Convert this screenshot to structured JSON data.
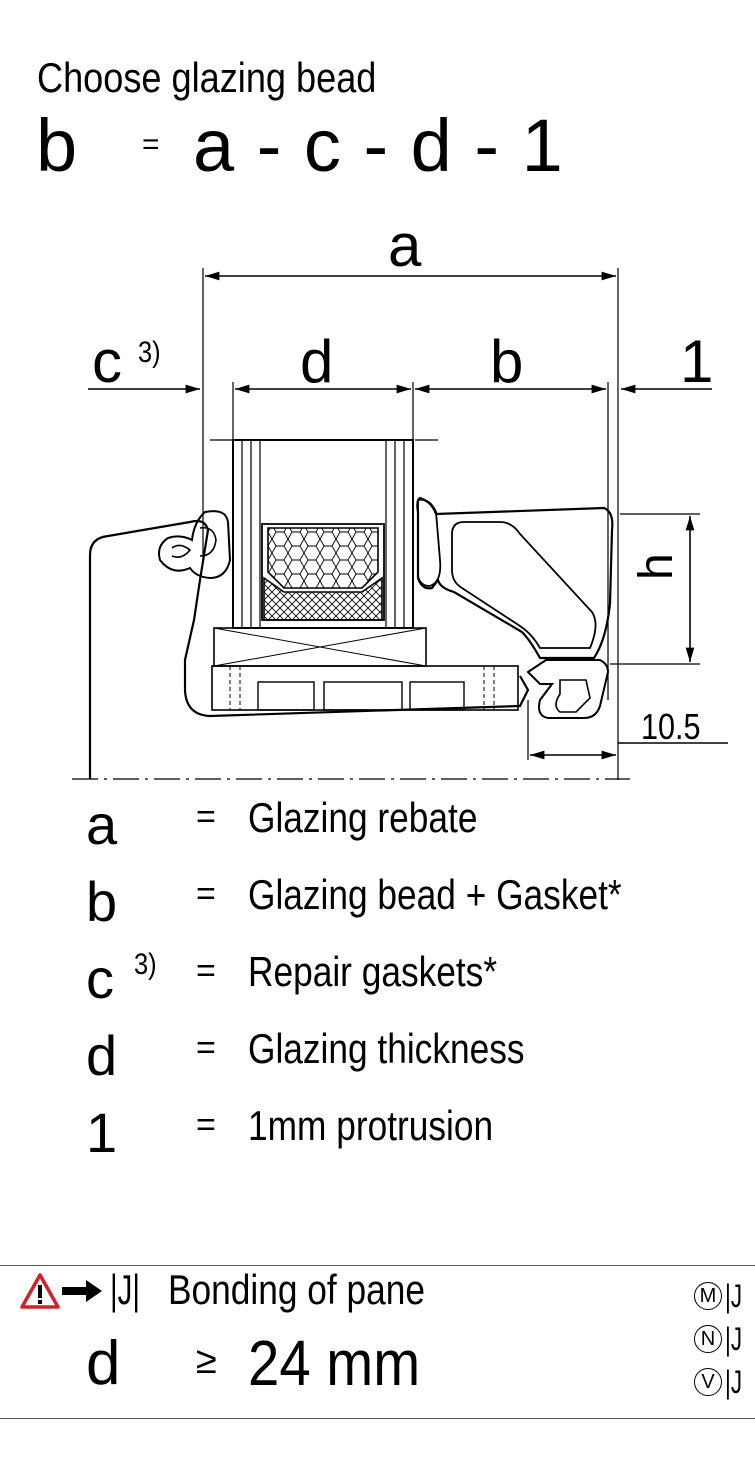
{
  "heading": {
    "title": "Choose glazing bead",
    "formula_lhs": "b",
    "formula_eq": "=",
    "formula_rhs": "a - c - d - 1"
  },
  "drawing": {
    "dim_a": "a",
    "dim_c": "c",
    "dim_c_sup": "3)",
    "dim_d": "d",
    "dim_b": "b",
    "dim_1": "1",
    "dim_h": "h",
    "dim_offset": "10.5"
  },
  "legend": [
    {
      "symbol": "a",
      "sup": "",
      "eq": "=",
      "text": "Glazing rebate"
    },
    {
      "symbol": "b",
      "sup": "",
      "eq": "=",
      "text": "Glazing bead + Gasket*"
    },
    {
      "symbol": "c",
      "sup": "3)",
      "eq": "=",
      "text": "Repair gaskets*"
    },
    {
      "symbol": "d",
      "sup": "",
      "eq": "=",
      "text": "Glazing thickness"
    },
    {
      "symbol": "1",
      "sup": "",
      "eq": "=",
      "text": "1mm protrusion"
    }
  ],
  "note": {
    "warning_icon": "warning-triangle-icon",
    "arrow_icon": "arrow-right-icon",
    "tag": "|J|",
    "title": "Bonding of pane",
    "symbol": "d",
    "relation": "≥",
    "value": "24 mm",
    "side_refs": [
      {
        "badge": "M",
        "text": "|J"
      },
      {
        "badge": "N",
        "text": "|J"
      },
      {
        "badge": "V",
        "text": "|J"
      }
    ],
    "warning_color": "#d32027"
  }
}
